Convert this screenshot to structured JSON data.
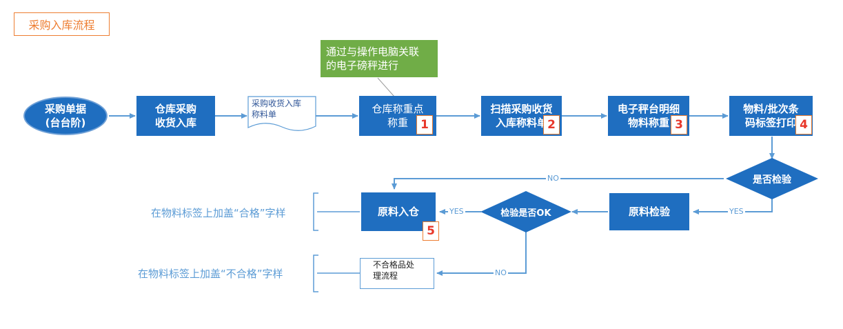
{
  "title": "采购入库流程",
  "note": {
    "line1": "通过与操作电脑关联",
    "line2": "的电子磅秤进行"
  },
  "nodes": {
    "start": {
      "line1": "采购单据",
      "line2": "(台台阶)"
    },
    "receive": {
      "line1": "仓库采购",
      "line2": "收货入库"
    },
    "doc": {
      "line1": "采购收货入库",
      "line2": "称料单"
    },
    "weigh": {
      "line1": "仓库称重点",
      "line2": "称重",
      "badge": "1"
    },
    "scan": {
      "line1": "扫描采购收货",
      "line2": "入库称料单",
      "badge": "2"
    },
    "scale": {
      "line1": "电子秤台明细",
      "line2": "物料称重",
      "badge": "3"
    },
    "print": {
      "line1": "物料/批次条",
      "line2": "码标签打印",
      "badge": "4"
    },
    "inspect_q": {
      "label": "是否检验"
    },
    "inspect": {
      "label": "原料检验"
    },
    "ok_q": {
      "label": "检验是否OK"
    },
    "stock": {
      "label": "原料入仓",
      "badge": "5"
    },
    "reject": {
      "line1": "不合格品处",
      "line2": "理流程"
    }
  },
  "edges": {
    "no_top": "NO",
    "yes_right": "YES",
    "yes_left": "YES",
    "no_bottom": "NO"
  },
  "annotations": {
    "pass": "在物料标签上加盖“合格”字样",
    "fail": "在物料标签上加盖“不合格”字样"
  },
  "colors": {
    "node": "#1F6EC0",
    "connector": "#5B9BD5",
    "note": "#70AD47",
    "title": "#ED7D31",
    "badge": "#E8372A"
  }
}
